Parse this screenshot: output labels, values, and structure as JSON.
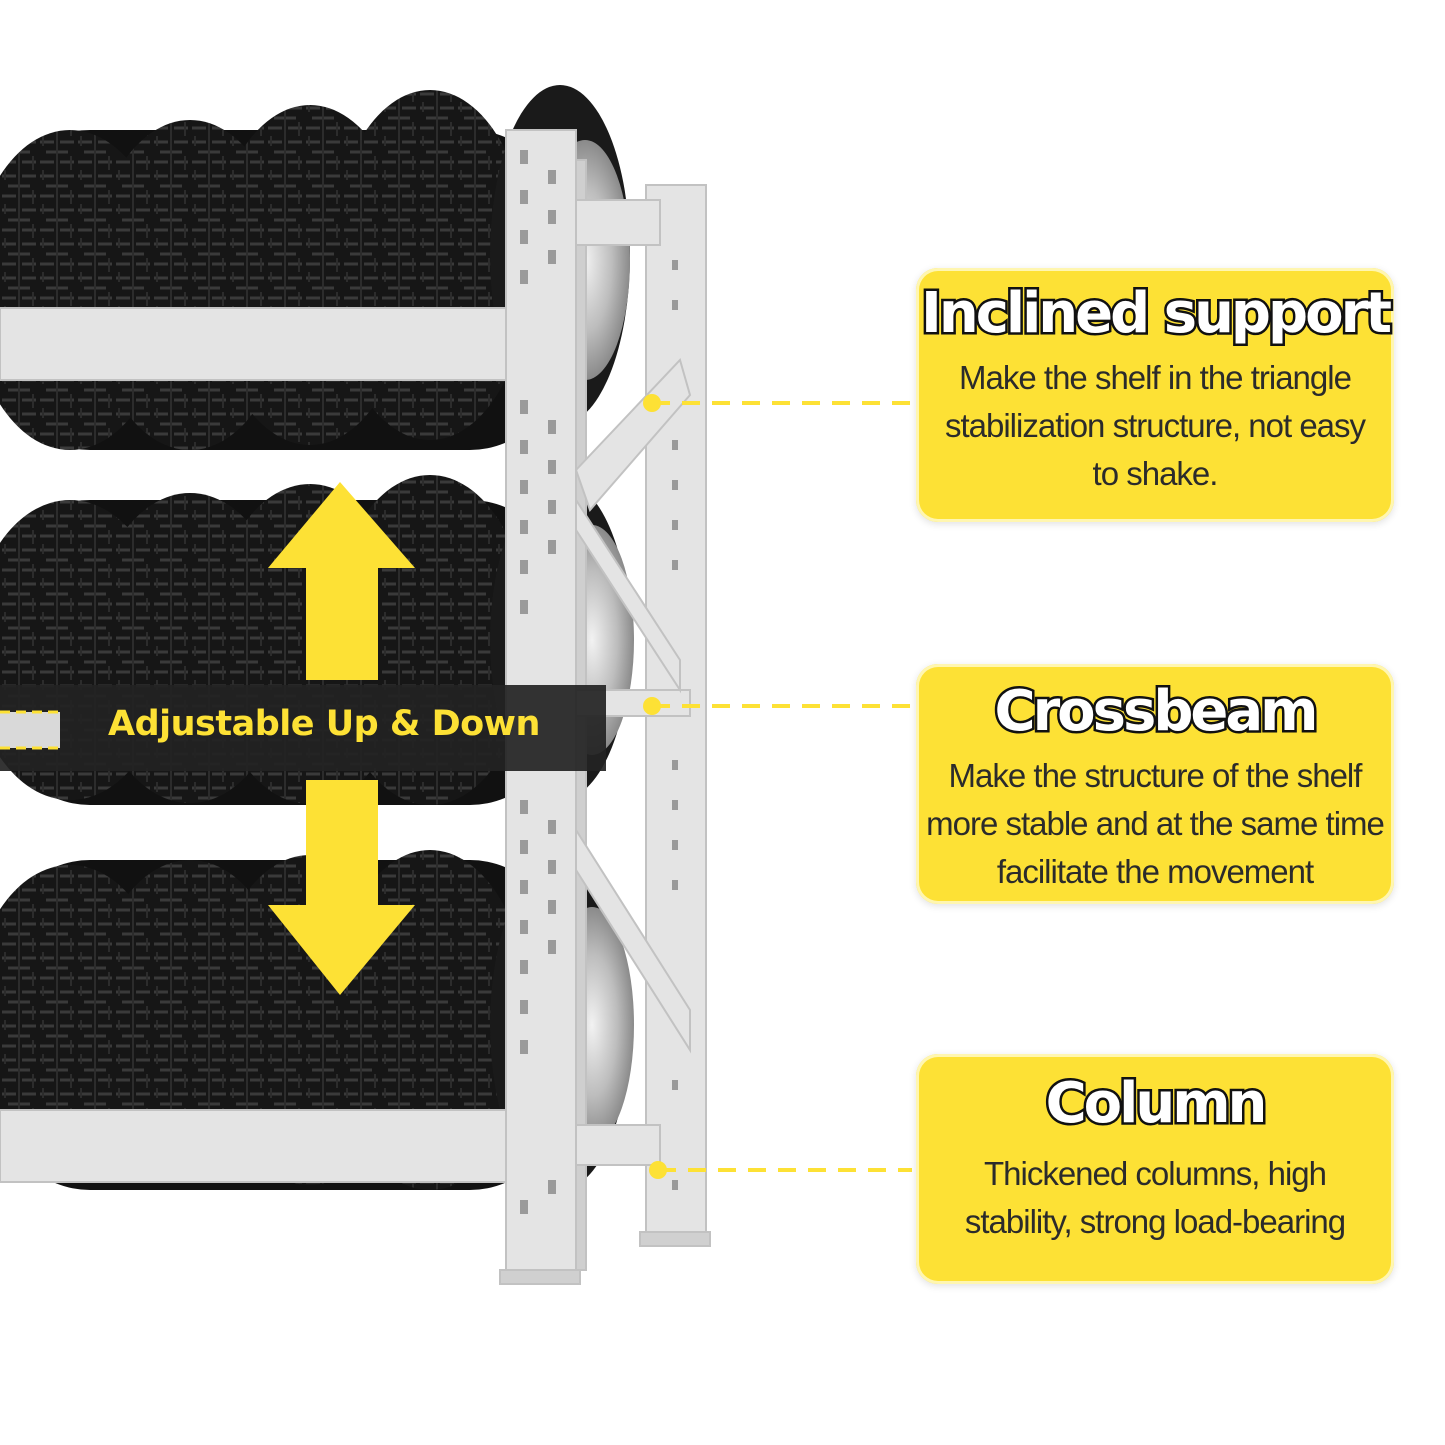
{
  "adjust": {
    "label": "Adjustable Up & Down"
  },
  "callouts": [
    {
      "title": "Inclined support",
      "text": "Make the shelf in the triangle stabilization structure, not easy to shake."
    },
    {
      "title": "Crossbeam",
      "text": "Make the structure of the shelf more stable and at the same time facilitate the movement"
    },
    {
      "title": "Column",
      "text": "Thickened columns, high stability, strong load-bearing"
    }
  ],
  "colors": {
    "accent": "#fde135",
    "tire": "#151515",
    "rack": "#e6e6e6",
    "band": "#222222"
  },
  "icons": [
    "double-arrow-icon",
    "callout-dot-icon"
  ]
}
